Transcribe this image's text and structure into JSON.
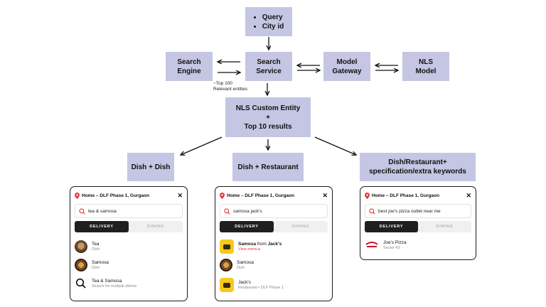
{
  "nodes": {
    "query": {
      "items": [
        "Query",
        "City id"
      ]
    },
    "search_engine": {
      "line1": "Search",
      "line2": "Engine"
    },
    "search_service": {
      "line1": "Search",
      "line2": "Service"
    },
    "model_gateway": {
      "line1": "Model",
      "line2": "Gateway"
    },
    "nls_model": {
      "line1": "NLS",
      "line2": "Model"
    },
    "nls_custom_entity": {
      "line1": "NLS Custom Entity",
      "line2": "+",
      "line3": "Top 10 results"
    },
    "dish_dish": {
      "label": "Dish + Dish"
    },
    "dish_restaurant": {
      "label": "Dish + Restaurant"
    },
    "dish_restaurant_spec": {
      "line1": "Dish/Restaurant+",
      "line2": "specification/extra keywords"
    }
  },
  "edge_labels": {
    "top100": {
      "line1": "~Top 100",
      "line2": "Relevant entities"
    }
  },
  "colors": {
    "node": "#c4c6e3",
    "pin": "#e23744",
    "accent_red": "#e23744",
    "tab_active": "#1f1f1f"
  },
  "phones": [
    {
      "location": "Home – DLF Phase 1, Gurgaon",
      "query": "tea & samosa",
      "tabs": [
        "DELIVERY",
        "DINING"
      ],
      "results": [
        {
          "title": "Tea",
          "subtitle": "Dish",
          "icon": "tea-thumbnail"
        },
        {
          "title": "Samosa",
          "subtitle": "Dish",
          "icon": "samosa-thumbnail"
        },
        {
          "title": "Tea & Samosa",
          "subtitle": "Search for multiple dishes",
          "icon": "search-icon"
        }
      ]
    },
    {
      "location": "Home – DLF Phase 1, Gurgaon",
      "query": "samosa jack's",
      "tabs": [
        "DELIVERY",
        "DINING"
      ],
      "results": [
        {
          "title_bold": "Samosa",
          "title_mid": " from ",
          "title_bold2": "Jack's",
          "subtitle": "View menu ▸",
          "icon": "jacks-logo"
        },
        {
          "title": "Samosa",
          "subtitle": "Dish",
          "icon": "samosa-thumbnail"
        },
        {
          "title": "Jack's",
          "subtitle": "Restaurant • DLF Phase 1",
          "icon": "jacks-logo"
        }
      ]
    },
    {
      "location": "Home – DLF Phase 1, Gurgaon",
      "query": "best joe's pizza outlet near me",
      "tabs": [
        "DELIVERY",
        "DINING"
      ],
      "results": [
        {
          "title": "Joe's Pizza",
          "subtitle": "Sector 43",
          "icon": "joes-pizza-logo"
        }
      ]
    }
  ]
}
